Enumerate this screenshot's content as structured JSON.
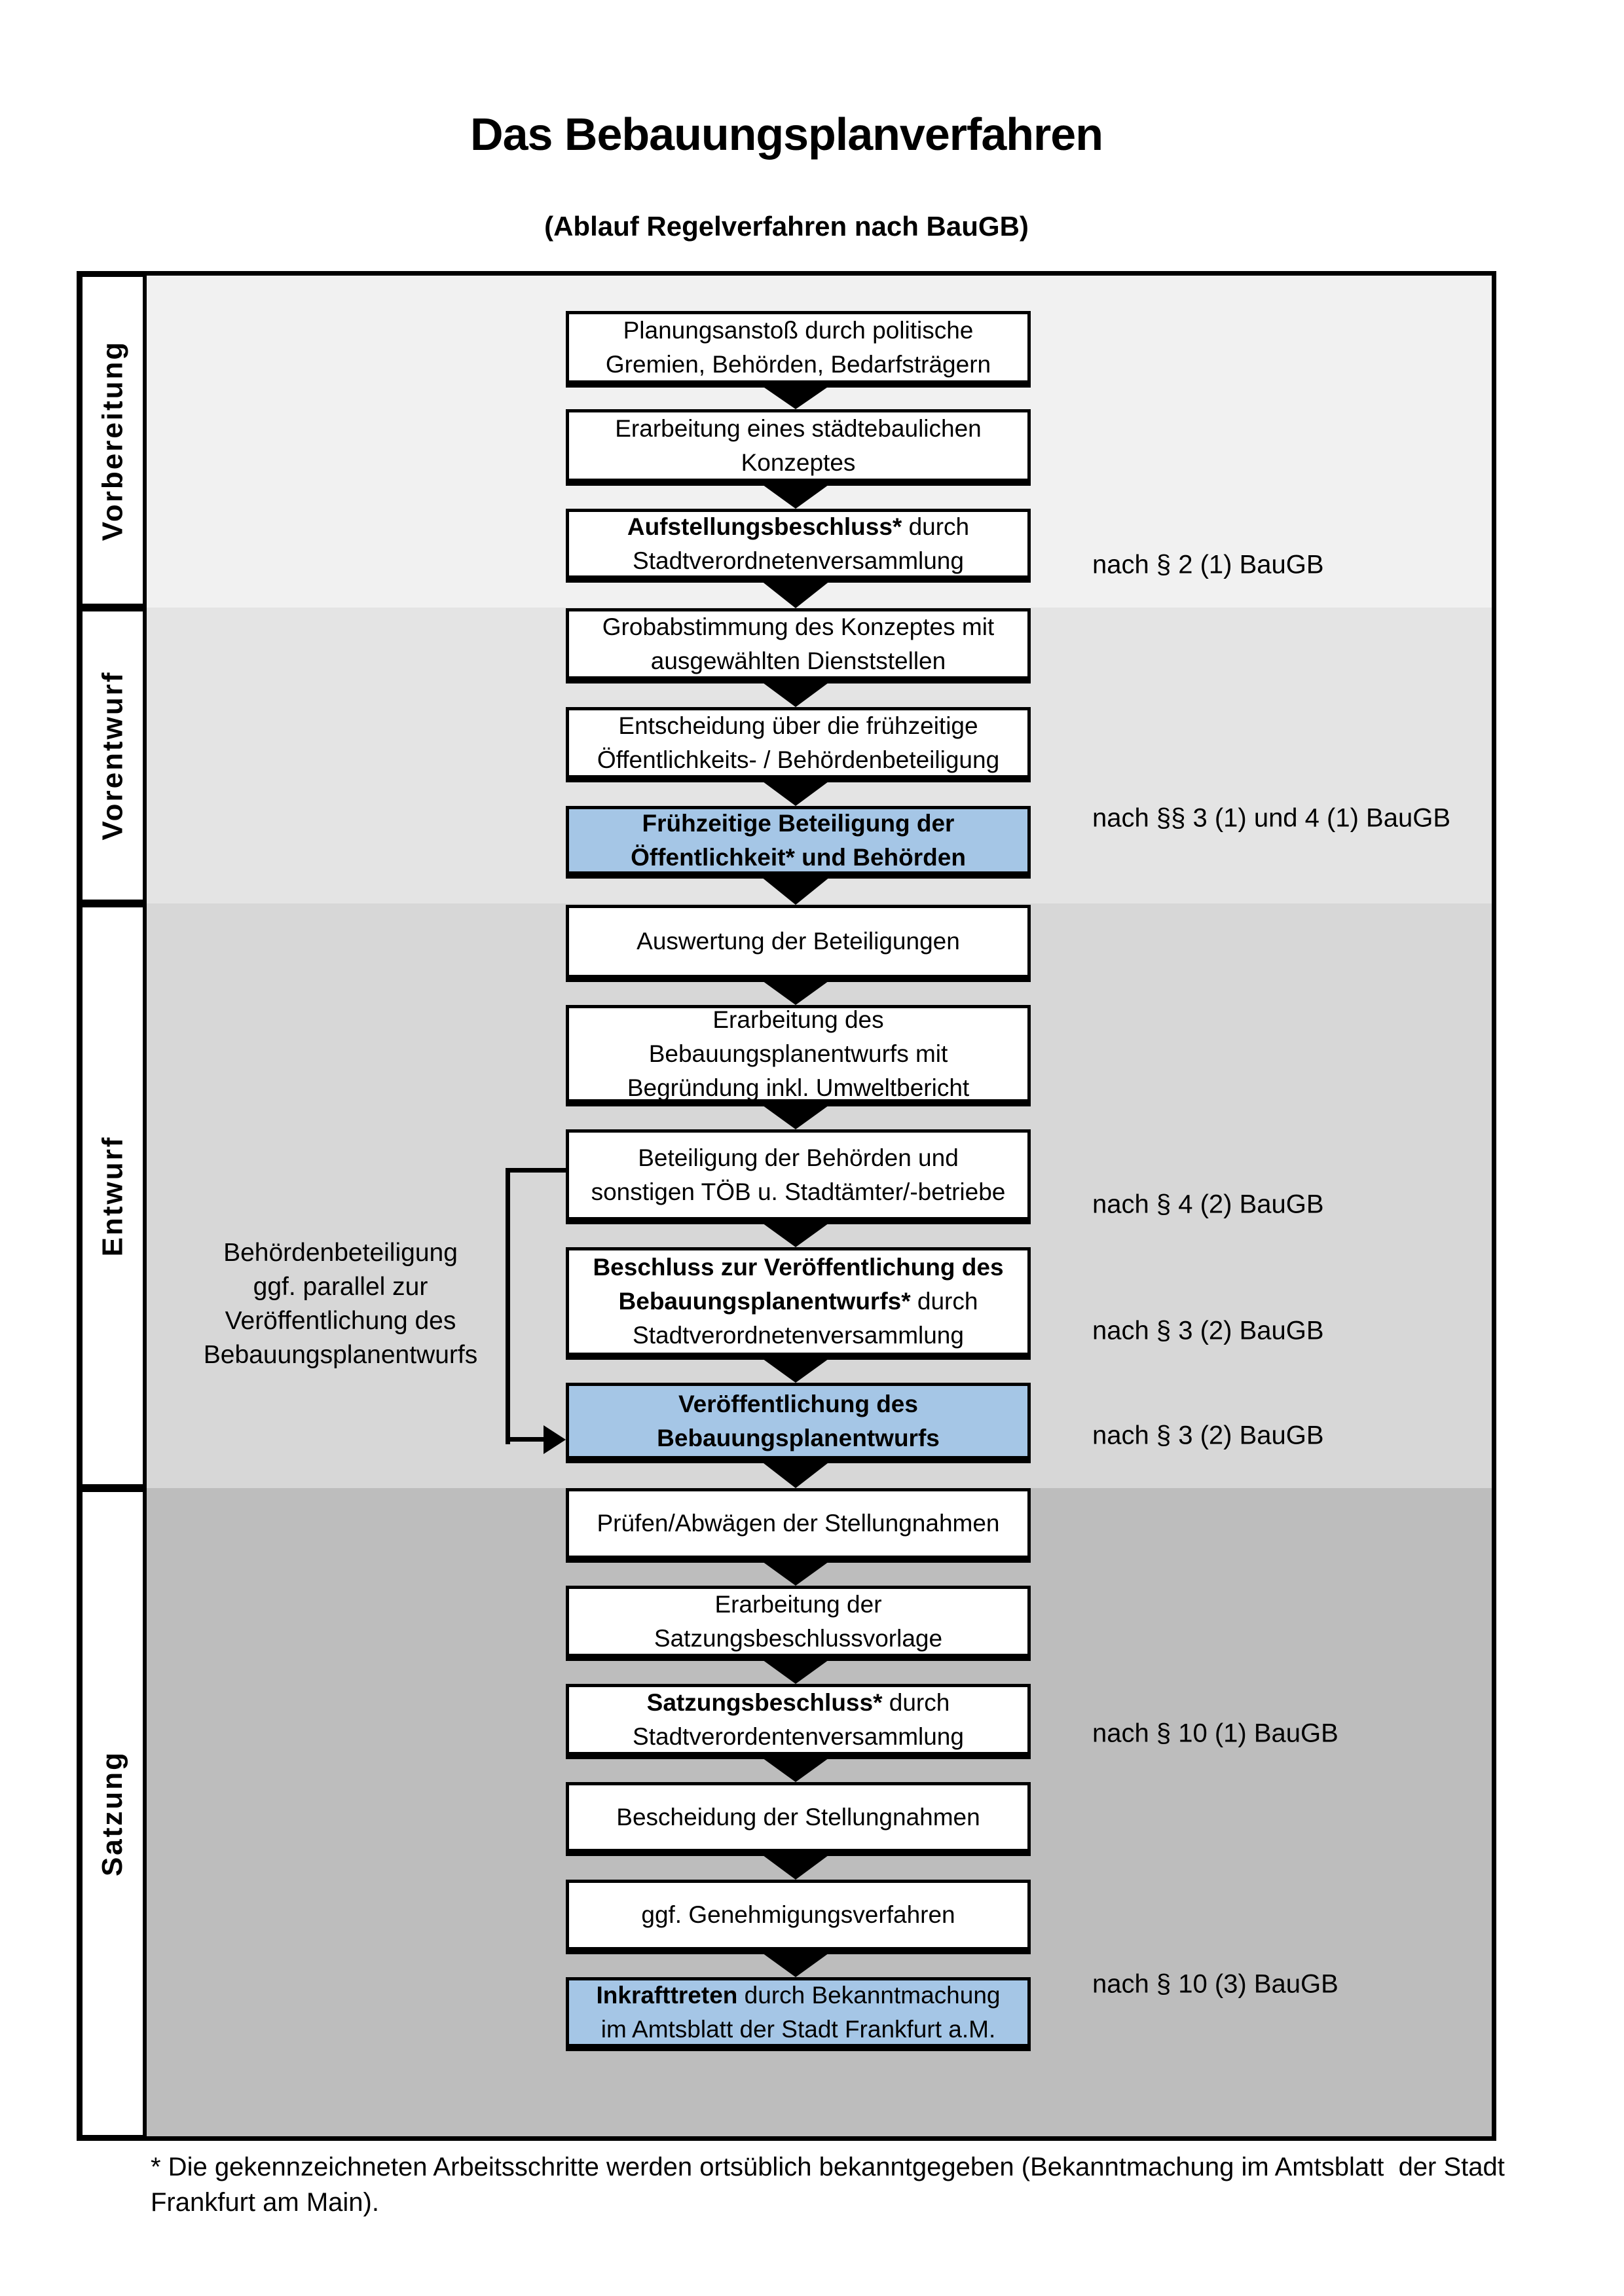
{
  "title": "Das Bebauungsplanverfahren",
  "subtitle": "(Ablauf Regelverfahren nach BauGB)",
  "colors": {
    "highlight": "#a5c6e6",
    "box_border": "#000000",
    "section_bgs": [
      "#f1f1f1",
      "#e4e4e4",
      "#d7d7d7",
      "#bdbdbd"
    ]
  },
  "side_annotation": {
    "lines": [
      "Behördenbeteiligung",
      "ggf. parallel zur",
      "Veröffentlichung des",
      "Bebauungsplanentwurfs"
    ]
  },
  "footnote": {
    "text": "* Die gekennzeichneten Arbeitsschritte werden ortsüblich bekanntgegeben (Bekanntmachung im Amtsblatt  der Stadt\nFrankfurt am Main)."
  },
  "sections": [
    {
      "label": "Vorbereitung",
      "steps": [
        {
          "highlight": false,
          "lines": [
            [
              {
                "t": "Planungsanstoß durch politische",
                "b": false
              }
            ],
            [
              {
                "t": "Gremien, Behörden, Bedarfsträgern",
                "b": false
              }
            ]
          ]
        },
        {
          "highlight": false,
          "lines": [
            [
              {
                "t": "Erarbeitung eines städtebaulichen",
                "b": false
              }
            ],
            [
              {
                "t": "Konzeptes",
                "b": false
              }
            ]
          ]
        },
        {
          "highlight": false,
          "note": "nach § 2 (1) BauGB",
          "lines": [
            [
              {
                "t": "Aufstellungsbeschluss*",
                "b": true
              },
              {
                "t": " durch",
                "b": false
              }
            ],
            [
              {
                "t": "Stadtverordnetenversammlung",
                "b": false
              }
            ]
          ]
        }
      ]
    },
    {
      "label": "Vorentwurf",
      "steps": [
        {
          "highlight": false,
          "lines": [
            [
              {
                "t": "Grobabstimmung des Konzeptes mit",
                "b": false
              }
            ],
            [
              {
                "t": "ausgewählten Dienststellen",
                "b": false
              }
            ]
          ]
        },
        {
          "highlight": false,
          "lines": [
            [
              {
                "t": "Entscheidung über die frühzeitige",
                "b": false
              }
            ],
            [
              {
                "t": "Öffentlichkeits- / Behördenbeteiligung",
                "b": false
              }
            ]
          ]
        },
        {
          "highlight": true,
          "note": "nach §§ 3 (1) und 4 (1) BauGB",
          "lines": [
            [
              {
                "t": "Frühzeitige Beteiligung der",
                "b": true
              }
            ],
            [
              {
                "t": "Öffentlichkeit* und Behörden",
                "b": true
              }
            ]
          ]
        }
      ]
    },
    {
      "label": "Entwurf",
      "steps": [
        {
          "highlight": false,
          "lines": [
            [
              {
                "t": "Auswertung der Beteiligungen",
                "b": false
              }
            ]
          ]
        },
        {
          "highlight": false,
          "lines": [
            [
              {
                "t": "Erarbeitung des",
                "b": false
              }
            ],
            [
              {
                "t": "Bebauungsplanentwurfs mit",
                "b": false
              }
            ],
            [
              {
                "t": "Begründung inkl. Umweltbericht",
                "b": false
              }
            ]
          ]
        },
        {
          "highlight": false,
          "note": "nach § 4 (2) BauGB",
          "lines": [
            [
              {
                "t": "Beteiligung der Behörden und",
                "b": false
              }
            ],
            [
              {
                "t": "sonstigen TÖB u. Stadtämter/-betriebe",
                "b": false
              }
            ]
          ]
        },
        {
          "highlight": false,
          "note": "nach § 3 (2) BauGB",
          "lines": [
            [
              {
                "t": "Beschluss zur Veröffentlichung des",
                "b": true
              }
            ],
            [
              {
                "t": "Bebauungsplanentwurfs*",
                "b": true
              },
              {
                "t": " durch",
                "b": false
              }
            ],
            [
              {
                "t": "Stadtverordnetenversammlung",
                "b": false
              }
            ]
          ]
        },
        {
          "highlight": true,
          "note": "nach § 3 (2) BauGB",
          "lines": [
            [
              {
                "t": "Veröffentlichung des",
                "b": true
              }
            ],
            [
              {
                "t": "Bebauungsplanentwurfs",
                "b": true
              }
            ]
          ]
        }
      ]
    },
    {
      "label": "Satzung",
      "steps": [
        {
          "highlight": false,
          "lines": [
            [
              {
                "t": "Prüfen/Abwägen der Stellungnahmen",
                "b": false
              }
            ]
          ]
        },
        {
          "highlight": false,
          "lines": [
            [
              {
                "t": "Erarbeitung der",
                "b": false
              }
            ],
            [
              {
                "t": "Satzungsbeschlussvorlage",
                "b": false
              }
            ]
          ]
        },
        {
          "highlight": false,
          "note": "nach § 10 (1) BauGB",
          "lines": [
            [
              {
                "t": "Satzungsbeschluss*",
                "b": true
              },
              {
                "t": " durch",
                "b": false
              }
            ],
            [
              {
                "t": "Stadtverordentenversammlung",
                "b": false
              }
            ]
          ]
        },
        {
          "highlight": false,
          "lines": [
            [
              {
                "t": "Bescheidung der Stellungnahmen",
                "b": false
              }
            ]
          ]
        },
        {
          "highlight": false,
          "lines": [
            [
              {
                "t": "ggf. Genehmigungsverfahren",
                "b": false
              }
            ]
          ]
        },
        {
          "highlight": true,
          "note": "nach § 10 (3) BauGB",
          "lines": [
            [
              {
                "t": "Inkrafttreten",
                "b": true
              },
              {
                "t": " durch Bekanntmachung",
                "b": false
              }
            ],
            [
              {
                "t": "im Amtsblatt der Stadt Frankfurt a.M.",
                "b": false
              }
            ]
          ]
        }
      ]
    }
  ]
}
